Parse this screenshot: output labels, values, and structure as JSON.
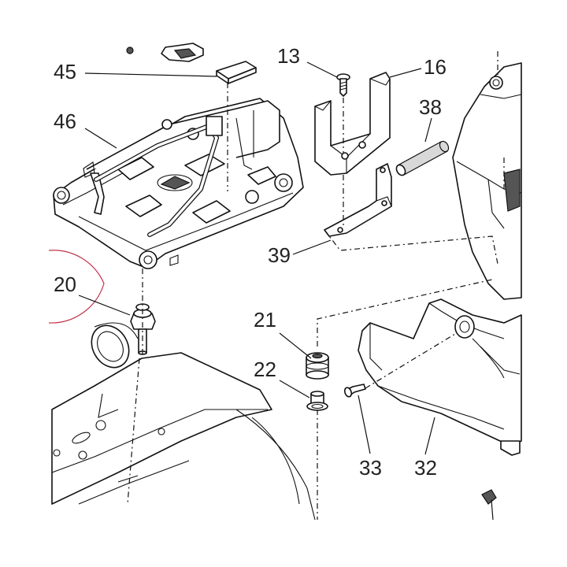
{
  "parts": {
    "p13": "13",
    "p16": "16",
    "p20": "20",
    "p21": "21",
    "p22": "22",
    "p32": "32",
    "p33": "33",
    "p38": "38",
    "p39": "39",
    "p45": "45",
    "p46": "46"
  },
  "highlight_color": "#c0324a"
}
